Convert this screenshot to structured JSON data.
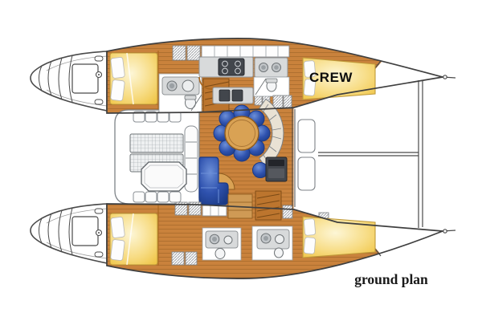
{
  "diagram": {
    "type": "catamaran-floor-plan",
    "labels": {
      "crew": "CREW",
      "caption": "ground plan"
    },
    "colors": {
      "outline": "#4a4a4a",
      "wood": "#c9823c",
      "wood-dark": "#a9671f",
      "wood-step": "#bc752e",
      "bed-yellow": "#f0c649",
      "bed-light": "#fdf6d6",
      "upholstery-blue": "#2f52ae",
      "upholstery-dark": "#1b3a85",
      "counter-gray": "#d8dadb",
      "appliance-dark": "#42464c",
      "table-tan": "#d9a254"
    }
  }
}
